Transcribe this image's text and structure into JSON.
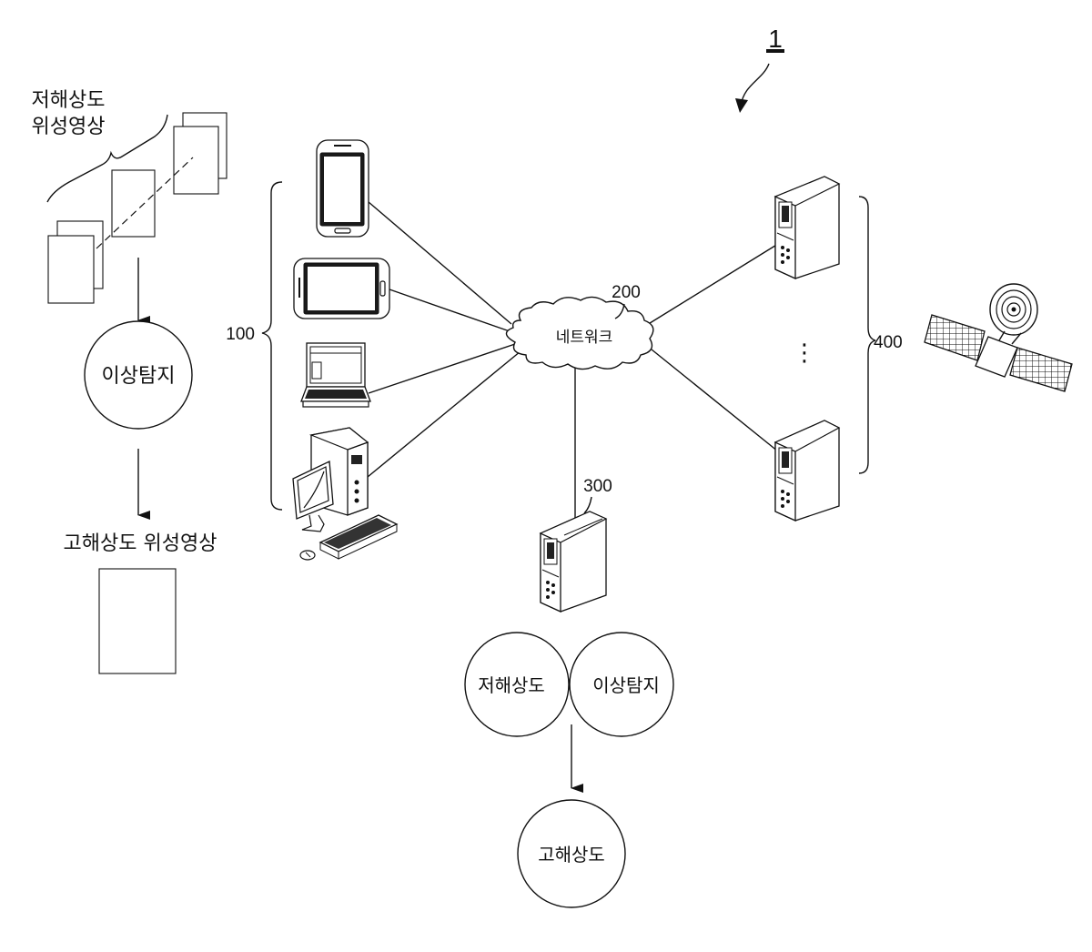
{
  "figure": {
    "ref_system": "1",
    "left_panel": {
      "low_res_images_label_line1": "저해상도",
      "low_res_images_label_line2": "위성영상",
      "anomaly_detection_label": "이상탐지",
      "high_res_image_label": "고해상도 위성영상"
    },
    "network": {
      "label": "네트워크",
      "ref": "200"
    },
    "user_terminals": {
      "ref": "100",
      "devices": [
        "smartphone",
        "tablet",
        "laptop",
        "desktop"
      ]
    },
    "server": {
      "ref": "300"
    },
    "data_servers": {
      "ref": "400",
      "ellipsis": "⋮"
    },
    "bottom_process": {
      "low_res_label": "저해상도",
      "anomaly_label": "이상탐지",
      "high_res_label": "고해상도"
    }
  },
  "icons": [
    "smartphone-icon",
    "tablet-icon",
    "laptop-icon",
    "desktop-computer-icon",
    "server-icon",
    "satellite-icon",
    "cloud-icon"
  ]
}
